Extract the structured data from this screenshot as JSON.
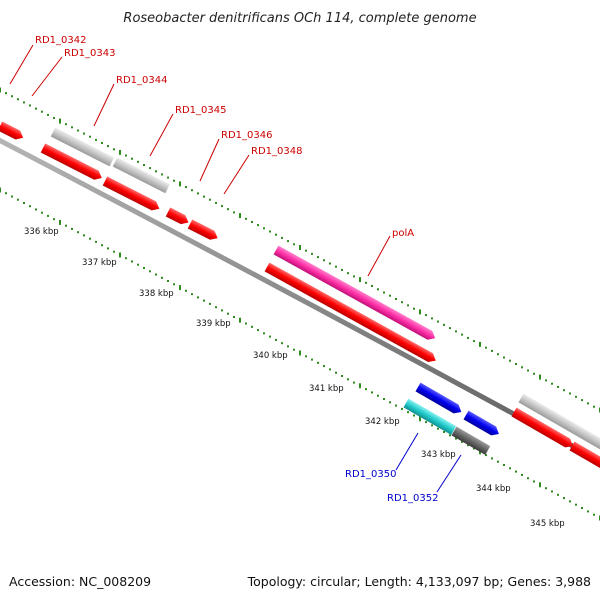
{
  "title": "Roseobacter denitrificans OCh 114, complete genome",
  "accession": "Accession: NC_008209",
  "summary": "Topology: circular; Length: 4,133,097 bp; Genes: 3,988",
  "colors": {
    "backbone": "#8a8a8a",
    "tick": "#2e8b1e",
    "red_gene": "#ff0000",
    "grey_gene": "#c8c8c8",
    "pink_gene": "#ff2fa6",
    "blue_gene": "#0000ee",
    "cyan_gene": "#22cccc",
    "dark_grey_gene": "#666666",
    "red_label": "#cc0000",
    "blue_label": "#0000cc"
  },
  "chart_data": {
    "type": "genome_map",
    "ticks": [
      "336 kbp",
      "337 kbp",
      "338 kbp",
      "339 kbp",
      "340 kbp",
      "341 kbp",
      "342 kbp",
      "343 kbp",
      "344 kbp",
      "345 kbp"
    ],
    "labeled_genes": [
      {
        "name": "RD1_0342",
        "color": "red"
      },
      {
        "name": "RD1_0343",
        "color": "red"
      },
      {
        "name": "RD1_0344",
        "color": "red"
      },
      {
        "name": "RD1_0345",
        "color": "red"
      },
      {
        "name": "RD1_0346",
        "color": "red"
      },
      {
        "name": "RD1_0348",
        "color": "red"
      },
      {
        "name": "polA",
        "color": "red"
      },
      {
        "name": "RD1_0350",
        "color": "blue"
      },
      {
        "name": "RD1_0352",
        "color": "blue"
      }
    ]
  }
}
